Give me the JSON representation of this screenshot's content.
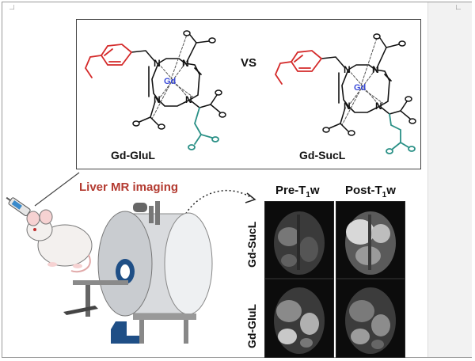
{
  "compounds": {
    "left": {
      "name": "Gd-GluL",
      "metal": "Gd"
    },
    "separator": "VS",
    "right": {
      "name": "Gd-SucL",
      "metal": "Gd"
    }
  },
  "workflow": {
    "title": "Liver MR imaging"
  },
  "scan_grid": {
    "columns": {
      "pre": {
        "prefix": "Pre-T",
        "sub": "1",
        "suffix": "w"
      },
      "post": {
        "prefix": "Post-T",
        "sub": "1",
        "suffix": "w"
      }
    },
    "rows": [
      "Gd-SucL",
      "Gd-GluL"
    ]
  },
  "colors": {
    "ethoxybenzyl": "#d42a2a",
    "carboxylate_arm": "#2a9086",
    "gd_label": "#3a4bd8",
    "title_red": "#b33a30",
    "scanner_blue": "#1f4f86"
  }
}
